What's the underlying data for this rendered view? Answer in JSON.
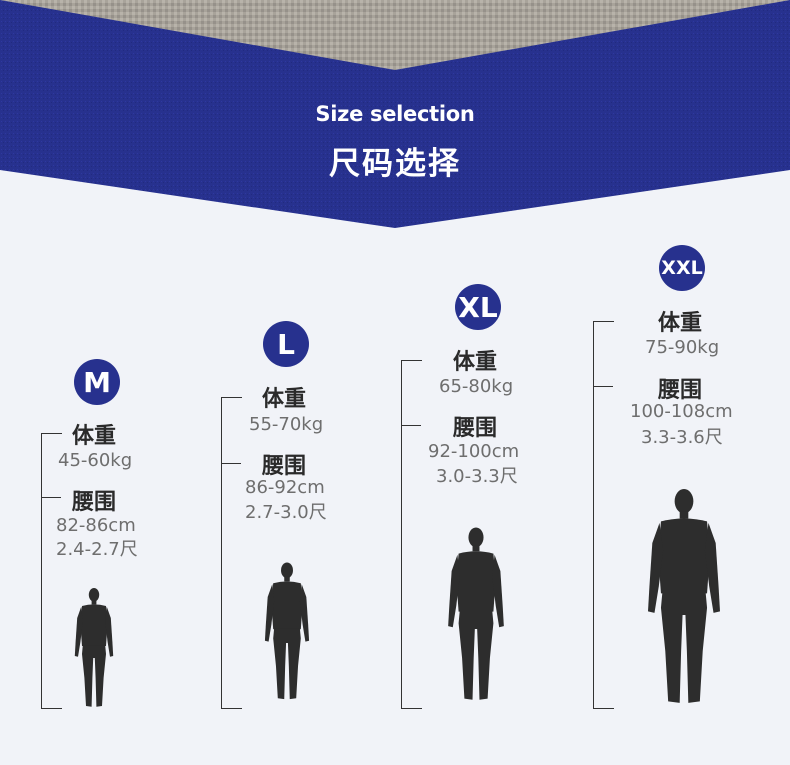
{
  "banner": {
    "subtitle_en": "Size selection",
    "title_cn": "尺码选择",
    "accent_color": "#27318e"
  },
  "sizes": [
    {
      "size": "M",
      "weight_label": "体重",
      "weight": "45-60kg",
      "waist_label": "腰围",
      "waist_cm": "82-86cm",
      "waist_chi": "2.4-2.7尺"
    },
    {
      "size": "L",
      "weight_label": "体重",
      "weight": "55-70kg",
      "waist_label": "腰围",
      "waist_cm": "86-92cm",
      "waist_chi": "2.7-3.0尺"
    },
    {
      "size": "XL",
      "weight_label": "体重",
      "weight": "65-80kg",
      "waist_label": "腰围",
      "waist_cm": "92-100cm",
      "waist_chi": "3.0-3.3尺"
    },
    {
      "size": "XXL",
      "weight_label": "体重",
      "weight": "75-90kg",
      "waist_label": "腰围",
      "waist_cm": "100-108cm",
      "waist_chi": "3.3-3.6尺"
    }
  ]
}
